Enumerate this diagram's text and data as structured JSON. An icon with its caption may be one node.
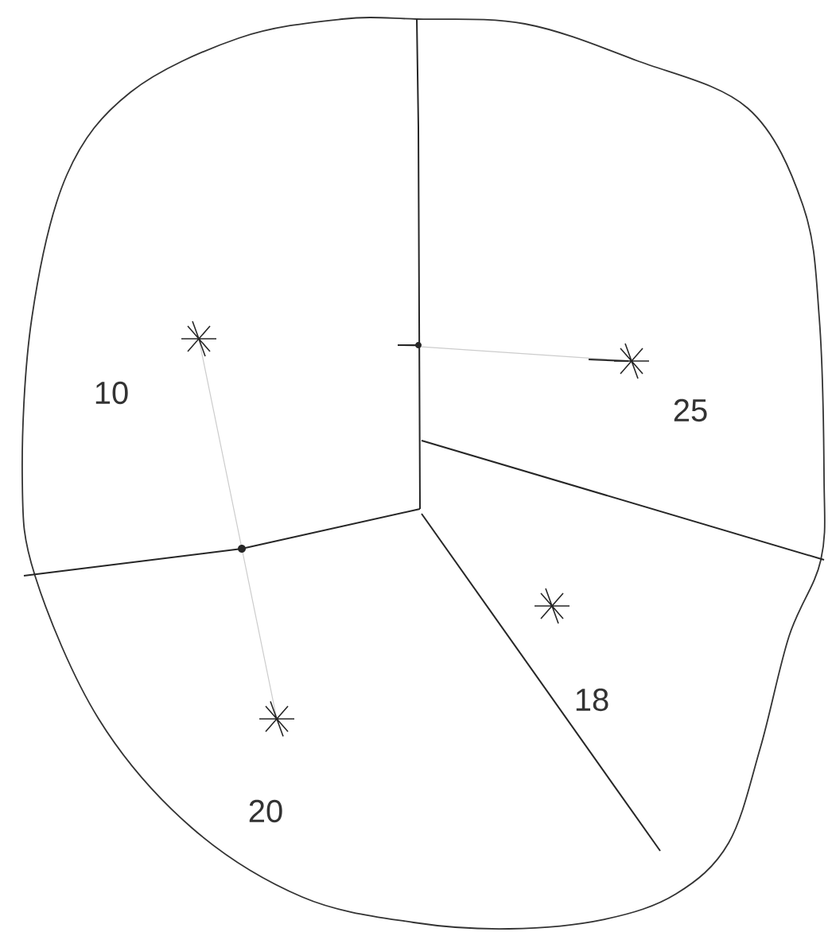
{
  "diagram": {
    "labels": [
      "10",
      "25",
      "18",
      "20"
    ]
  }
}
